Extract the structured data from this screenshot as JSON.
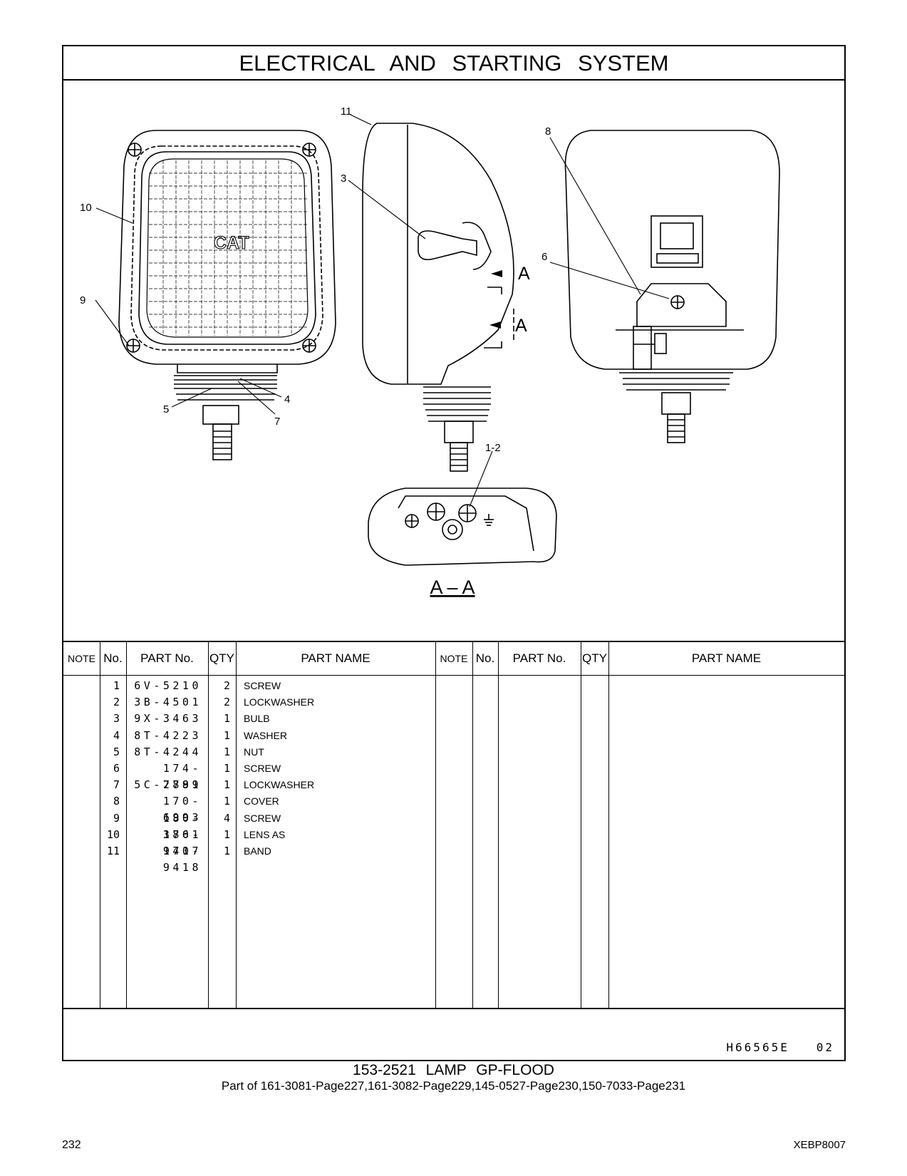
{
  "title": "ELECTRICAL AND STARTING SYSTEM",
  "diagram": {
    "callouts": [
      "11",
      "8",
      "3",
      "10",
      "6",
      "9",
      "5",
      "4",
      "7",
      "1-2"
    ],
    "section_marks": [
      "A",
      "A"
    ],
    "section_label": "A – A",
    "logo_text": "CAT"
  },
  "table": {
    "headers": [
      "NOTE",
      "No.",
      "PART No.",
      "QTY",
      "PART NAME",
      "NOTE",
      "No.",
      "PART No.",
      "QTY",
      "PART NAME"
    ],
    "rows": [
      {
        "no": "1",
        "part": "6V-5210",
        "qty": "2",
        "name": "SCREW"
      },
      {
        "no": "2",
        "part": "3B-4501",
        "qty": "2",
        "name": "LOCKWASHER"
      },
      {
        "no": "3",
        "part": "9X-3463",
        "qty": "1",
        "name": "BULB"
      },
      {
        "no": "4",
        "part": "8T-4223",
        "qty": "1",
        "name": "WASHER"
      },
      {
        "no": "5",
        "part": "8T-4244",
        "qty": "1",
        "name": "NUT"
      },
      {
        "no": "6",
        "part": "174-7791",
        "qty": "1",
        "name": "SCREW"
      },
      {
        "no": "7",
        "part": "5C-2889",
        "qty": "1",
        "name": "LOCKWASHER"
      },
      {
        "no": "8",
        "part": "170-6993",
        "qty": "1",
        "name": "COVER"
      },
      {
        "no": "9",
        "part": "180-3861",
        "qty": "4",
        "name": "SCREW"
      },
      {
        "no": "10",
        "part": "170-9417",
        "qty": "1",
        "name": "LENS AS"
      },
      {
        "no": "11",
        "part": "170-9418",
        "qty": "1",
        "name": "BAND"
      }
    ]
  },
  "illustration_code": "H66565E   02",
  "caption": {
    "main": "153-2521 LAMP GP-FLOOD",
    "sub": "Part of 161-3081-Page227,161-3082-Page229,145-0527-Page230,150-7033-Page231"
  },
  "page_number": "232",
  "doc_id": "XEBP8007"
}
